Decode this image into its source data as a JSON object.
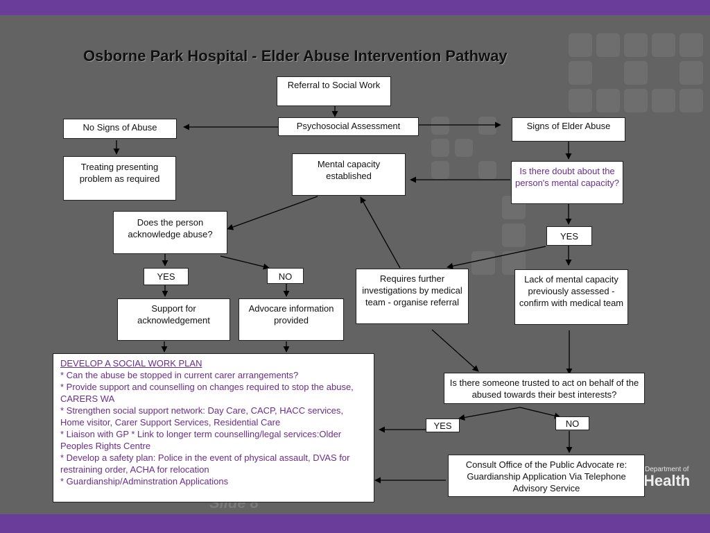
{
  "title": "Osborne Park Hospital - Elder Abuse Intervention Pathway",
  "nodes": {
    "referral": "Referral to Social Work",
    "psychosocial": "Psychosocial Assessment",
    "no_signs": "No Signs of Abuse",
    "signs": "Signs of Elder Abuse",
    "treating": "Treating presenting problem as required",
    "mental_capacity": "Mental capacity established",
    "doubt": "Is there doubt about the person's mental capacity?",
    "acknowledge": "Does the person acknowledge abuse?",
    "yes_1": "YES",
    "yes_2": "YES",
    "no_1": "NO",
    "further": "Requires further investigations by medical team - organise referral",
    "lack": "Lack of mental capacity previously assessed - confirm with medical team",
    "support": "Support for acknowledgement",
    "advocare": "Advocare information provided",
    "trusted": "Is there someone trusted to act on behalf of the abused towards their best interests?",
    "yes_3": "YES",
    "no_2": "NO",
    "consult": "Consult Office of the Public Advocate  re: Guardianship Application Via Telephone Advisory Service"
  },
  "plan": {
    "heading": "DEVELOP A SOCIAL WORK PLAN",
    "items": [
      "* Can the abuse be stopped in current carer arrangements?",
      "* Provide support and counselling on changes required to stop the abuse, CARERS WA",
      "* Strengthen social support network: Day Care, CACP, HACC services, Home visitor, Carer Support Services, Residential Care",
      "* Liaison with GP  * Link to longer term counselling/legal services:Older Peoples Rights Centre",
      "* Develop a safety plan: Police in the event of physical assault, DVAS for restraining order, ACHA for relocation",
      "* Guardianship/Adminstration Applications"
    ]
  },
  "background": {
    "slide_label": "Slide 8",
    "logo_small": "Department of",
    "logo_big": "Health"
  },
  "colors": {
    "background": "#636363",
    "band": "#6a3d9a",
    "purple_text": "#6a2c8a"
  }
}
